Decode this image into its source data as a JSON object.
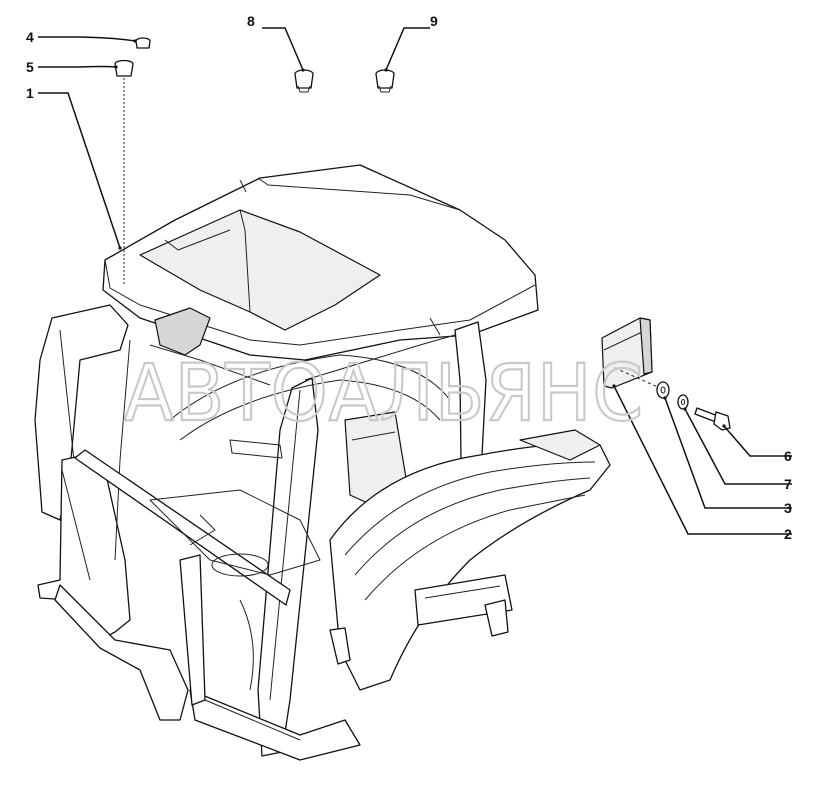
{
  "watermark": "АВТОАЛЬЯНС",
  "callouts": {
    "c1": "1",
    "c2": "2",
    "c3": "3",
    "c4": "4",
    "c5": "5",
    "c6": "6",
    "c7": "7",
    "c8": "8",
    "c9": "9"
  }
}
